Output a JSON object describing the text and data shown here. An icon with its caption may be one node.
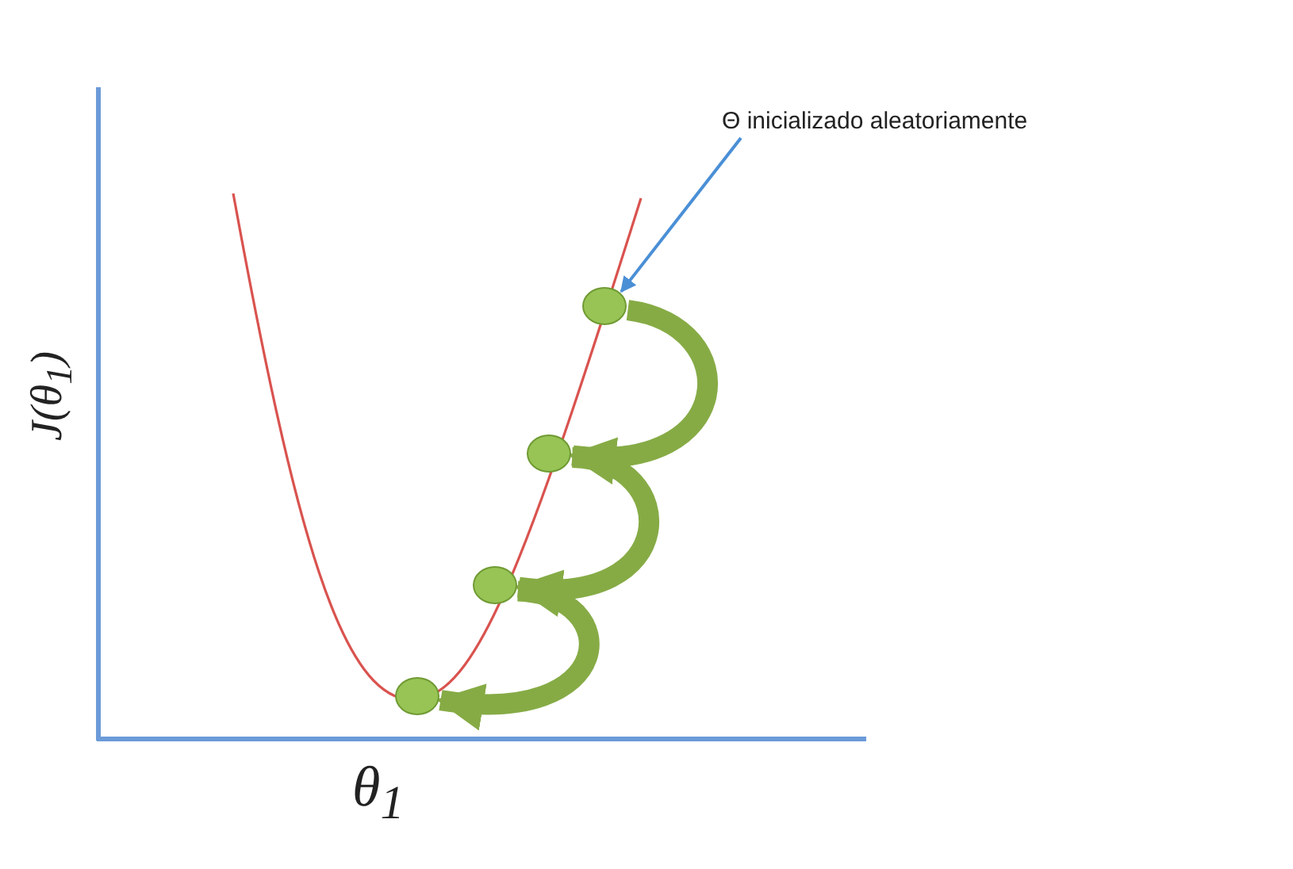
{
  "diagram": {
    "nodes": [
      {
        "text": [
          "Θ inicializado aleatoriamente"
        ]
      },
      {
        "text": [],
        "shape": "circle"
      },
      {
        "text": [],
        "shape": "circle"
      },
      {
        "text": [],
        "shape": "circle"
      },
      {
        "text": [],
        "shape": "circle"
      }
    ],
    "edges": [
      {
        "from": 0,
        "to": 4,
        "arrow": "to",
        "color": "#4a8fd6"
      },
      {
        "from": 4,
        "to": 3,
        "arrow": "to"
      },
      {
        "from": 3,
        "to": 2,
        "arrow": "to"
      },
      {
        "from": 2,
        "to": 1,
        "arrow": "to"
      }
    ],
    "labels": [
      "J(θ$_{1}$)",
      "θ$_{1}$"
    ]
  }
}
